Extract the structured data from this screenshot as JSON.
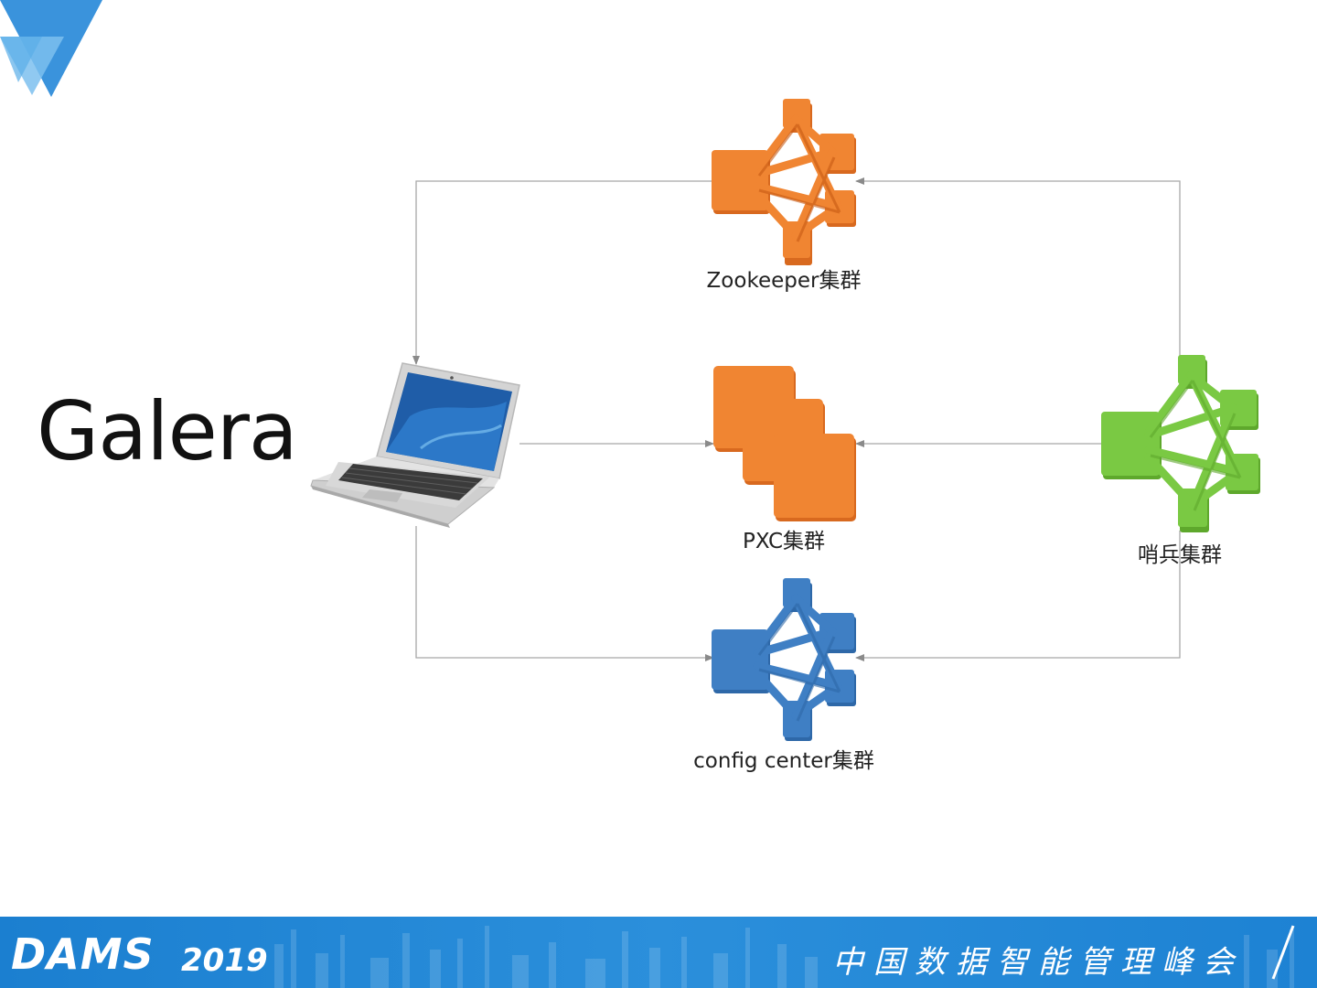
{
  "slide": {
    "title": "Galera"
  },
  "nodes": {
    "zookeeper": {
      "label": "Zookeeper集群",
      "icon": "cluster-icon",
      "color": "#f08532"
    },
    "pxc": {
      "label": "PXC集群",
      "icon": "stacked-instances-icon",
      "color": "#f08532"
    },
    "sentinel": {
      "label": "哨兵集群",
      "icon": "cluster-icon",
      "color": "#7ac943"
    },
    "config_center": {
      "label": "config center集群",
      "icon": "cluster-icon",
      "color": "#3f7fc4"
    },
    "client": {
      "label": "",
      "icon": "laptop-icon"
    }
  },
  "footer": {
    "brand": "DAMS",
    "year": "2019",
    "summit": "中国数据智能管理峰会",
    "background": "#1f86d6"
  },
  "colors": {
    "connector": "#a8a8a8",
    "accent_triangle": "#3a93dc"
  }
}
